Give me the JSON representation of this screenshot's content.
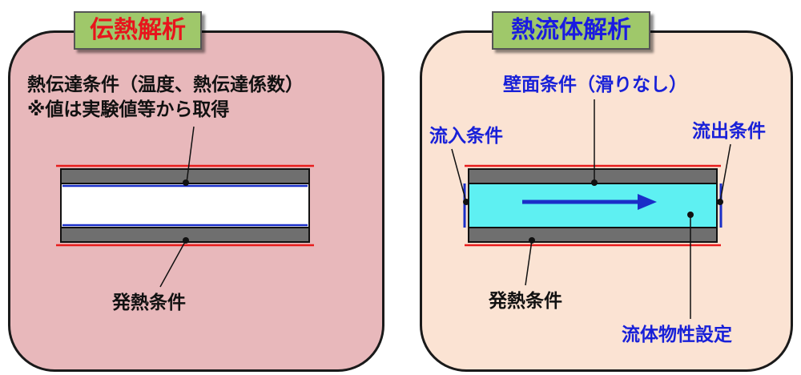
{
  "left_panel": {
    "title": "伝熱解析",
    "condition_line1": "熱伝達条件（温度、熱伝達係数）",
    "condition_line2": "※値は実験値等から取得",
    "heating_label": "発熱条件"
  },
  "right_panel": {
    "title": "熱流体解析",
    "wall_label": "壁面条件（滑りなし）",
    "inflow_label": "流入条件",
    "outflow_label": "流出条件",
    "heating_label": "発熱条件",
    "fluid_label": "流体物性設定"
  },
  "colors": {
    "left_bg": "#e8b8bb",
    "right_bg": "#fbe3d3",
    "title_bg": "#9fc86a",
    "left_title": "#e8141c",
    "right_title": "#1b1be0",
    "wall": "#6f6f6f",
    "fluid": "#5ef0f2",
    "heat_line": "#e81c1c",
    "boundary_line": "#1a2fc8"
  }
}
